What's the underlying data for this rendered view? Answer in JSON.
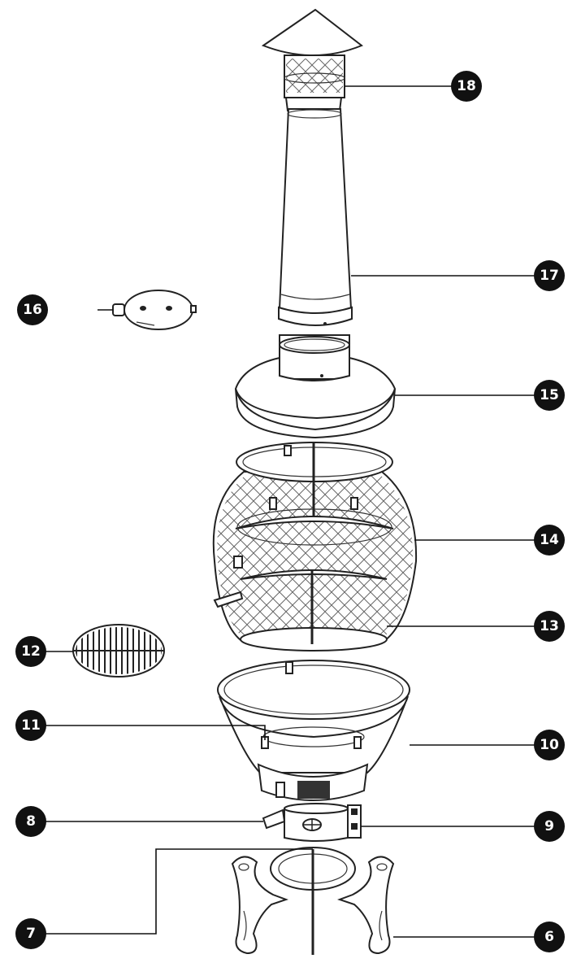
{
  "callouts": [
    {
      "id": "c18",
      "label": "18"
    },
    {
      "id": "c17",
      "label": "17"
    },
    {
      "id": "c16",
      "label": "16"
    },
    {
      "id": "c15",
      "label": "15"
    },
    {
      "id": "c14",
      "label": "14"
    },
    {
      "id": "c13",
      "label": "13"
    },
    {
      "id": "c12",
      "label": "12"
    },
    {
      "id": "c11",
      "label": "11"
    },
    {
      "id": "c10",
      "label": "10"
    },
    {
      "id": "c9",
      "label": "9"
    },
    {
      "id": "c8",
      "label": "8"
    },
    {
      "id": "c7",
      "label": "7"
    },
    {
      "id": "c6",
      "label": "6"
    }
  ],
  "colors": {
    "line": "#222222",
    "badge": "#111111",
    "fill": "#ffffff"
  }
}
